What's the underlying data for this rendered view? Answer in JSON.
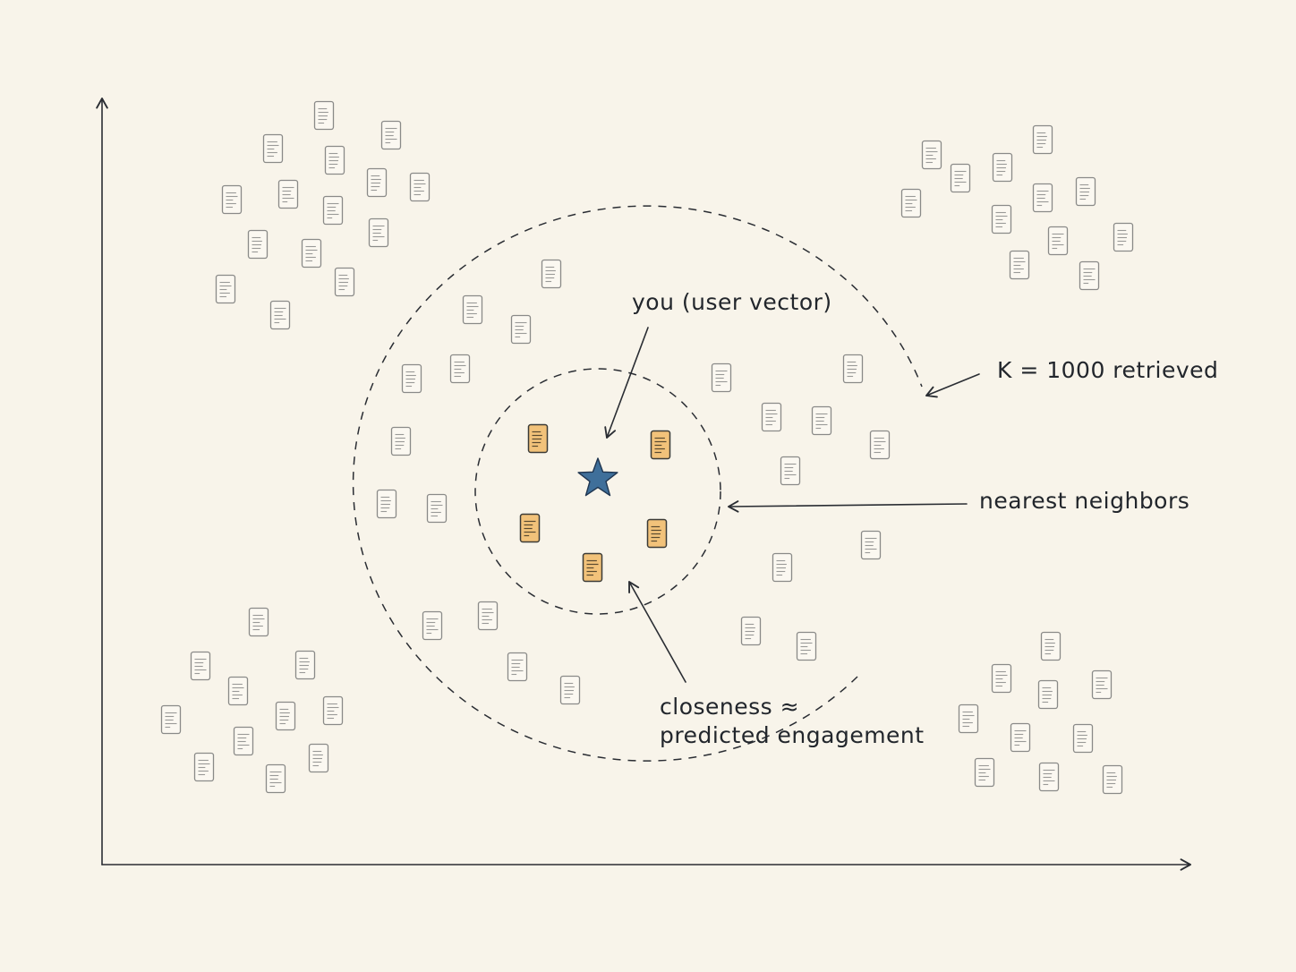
{
  "labels": {
    "user_vector": "you (user vector)",
    "retrieved": "K = 1000 retrieved",
    "neighbors": "nearest neighbors",
    "closeness_line1": "closeness ≈",
    "closeness_line2": "predicted engagement"
  },
  "colors": {
    "background": "#f8f4ea",
    "ink": "#2a2d33",
    "document": "#fbf8f1",
    "neighbor_document": "#f2c27a",
    "user_star": "#3f6f9a"
  },
  "icons": {
    "document": "document-icon",
    "neighbor_document": "neighbor-document-icon",
    "user": "star-icon"
  }
}
